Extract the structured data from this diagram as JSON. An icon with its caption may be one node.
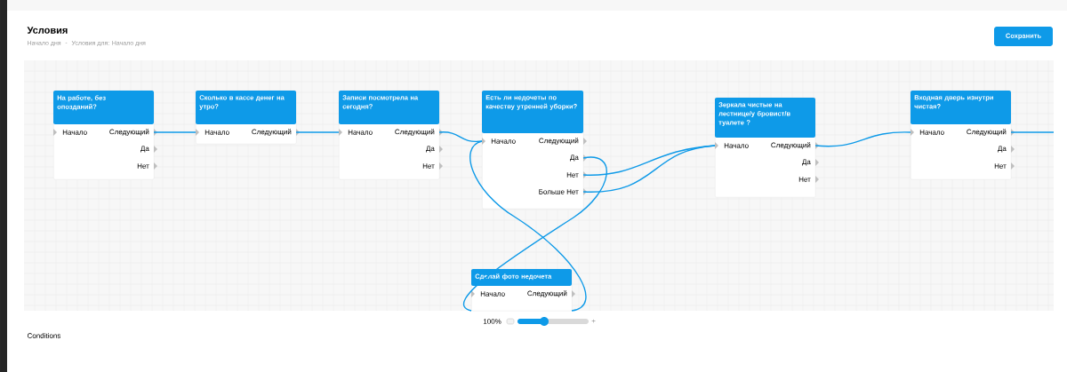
{
  "diagram": {
    "title": "Условия",
    "nodes": [
      {
        "text": [
          "На работе, без опозданий?",
          "Начало",
          "Следующий",
          "Да",
          "Нет"
        ]
      },
      {
        "text": [
          "Сколько в кассе денег на утро?",
          "Начало",
          "Следующий"
        ]
      },
      {
        "text": [
          "Записи посмотрела на сегодня?",
          "Начало",
          "Следующий",
          "Да",
          "Нет"
        ]
      },
      {
        "text": [
          "Есть ли недочеты по качеству утренней уборки?",
          "Начало",
          "Следующий",
          "Да",
          "Нет",
          "Больше Нет"
        ]
      },
      {
        "text": [
          "Зеркала чистые на лестнице/у бровист/в туалете ?",
          "Начало",
          "Следующий",
          "Да",
          "Нет"
        ]
      },
      {
        "text": [
          "Входная дверь изнутри чистая?",
          "Начало",
          "Следующий",
          "Да",
          "Нет"
        ]
      },
      {
        "text": [
          "Сделай фото недочета",
          "Начало",
          "Следующий"
        ]
      }
    ],
    "edges": [
      {
        "from": 0,
        "to": 1,
        "arrow": "none"
      },
      {
        "from": 1,
        "to": 2,
        "arrow": "none"
      },
      {
        "from": 2,
        "to": 3,
        "arrow": "none"
      },
      {
        "from": 3,
        "to": 6,
        "arrow": "none"
      },
      {
        "from": 3,
        "to": 4,
        "arrow": "none"
      },
      {
        "from": 3,
        "to": 4,
        "arrow": "none"
      },
      {
        "from": 6,
        "to": 3,
        "arrow": "none"
      },
      {
        "from": 4,
        "to": 5,
        "arrow": "none"
      },
      {
        "from": 5,
        "to": null,
        "arrow": "none"
      }
    ],
    "labels": [
      "Начало дня",
      "-",
      "Условия для: Начало дня",
      "Сохранить",
      "100%",
      "+",
      "Conditions"
    ]
  }
}
